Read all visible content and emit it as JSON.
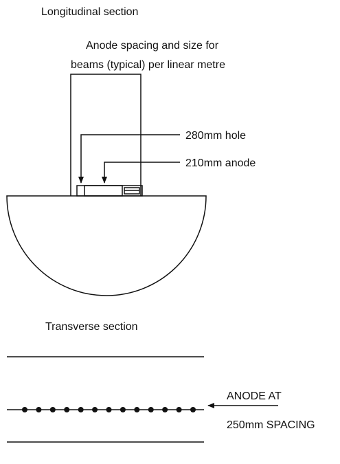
{
  "diagram": {
    "longitudinal": {
      "title": "Longitudinal section",
      "caption_line1": "Anode spacing and size for",
      "caption_line2": "beams (typical) per linear metre",
      "hole_label": "280mm hole",
      "anode_label": "210mm anode"
    },
    "transverse": {
      "title": "Transverse section",
      "anode_dot_count": 13,
      "callout_line1": "ANODE AT",
      "callout_line2": "250mm SPACING"
    },
    "ink_color": "#111111"
  }
}
